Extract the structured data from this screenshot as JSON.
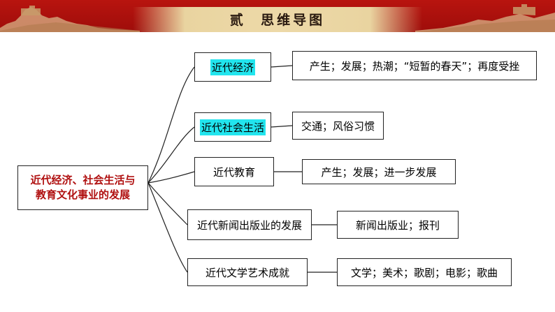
{
  "header": {
    "title": "贰  思维导图",
    "colors": {
      "banner": "#b8140f",
      "band": "#e9d4a0"
    }
  },
  "root": {
    "line1": "近代经济、社会生活与",
    "line2": "教育文化事业的发展"
  },
  "branches": [
    {
      "label": "近代经济",
      "highlight": true,
      "detail": "产生；发展；热潮；“短暂的春天”；再度受挫"
    },
    {
      "label": "近代社会生活",
      "highlight": true,
      "detail": "交通；风俗习惯"
    },
    {
      "label": "近代教育",
      "highlight": false,
      "detail": "产生；发展；进一步发展"
    },
    {
      "label": "近代新闻出版业的发展",
      "highlight": false,
      "detail": "新闻出版业；报刊"
    },
    {
      "label": "近代文学艺术成就",
      "highlight": false,
      "detail": "文学；美术；歌剧；电影；歌曲"
    }
  ],
  "colors": {
    "root_text": "#b01010",
    "highlight": "#22e5ee"
  }
}
